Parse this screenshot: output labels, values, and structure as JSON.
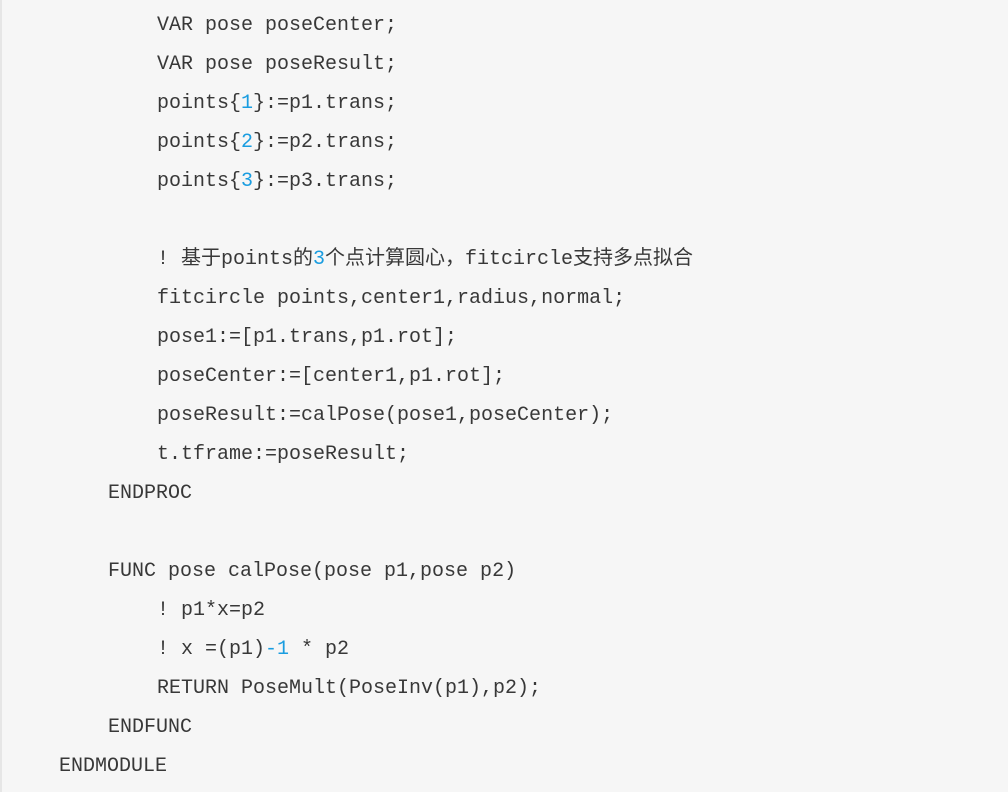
{
  "colors": {
    "background": "#f6f6f6",
    "text": "#383838",
    "number": "#1a9de0"
  },
  "lines": [
    {
      "indent": 3,
      "segs": [
        {
          "t": "VAR pose poseCenter;"
        }
      ]
    },
    {
      "indent": 3,
      "segs": [
        {
          "t": "VAR pose poseResult;"
        }
      ]
    },
    {
      "indent": 3,
      "segs": [
        {
          "t": "points{"
        },
        {
          "t": "1",
          "num": true
        },
        {
          "t": "}:=p1.trans;"
        }
      ]
    },
    {
      "indent": 3,
      "segs": [
        {
          "t": "points{"
        },
        {
          "t": "2",
          "num": true
        },
        {
          "t": "}:=p2.trans;"
        }
      ]
    },
    {
      "indent": 3,
      "segs": [
        {
          "t": "points{"
        },
        {
          "t": "3",
          "num": true
        },
        {
          "t": "}:=p3.trans;"
        }
      ]
    },
    {
      "indent": 3,
      "segs": []
    },
    {
      "indent": 3,
      "segs": [
        {
          "t": "! 基于points的"
        },
        {
          "t": "3",
          "num": true
        },
        {
          "t": "个点计算圆心，fitcircle支持多点拟合"
        }
      ]
    },
    {
      "indent": 3,
      "segs": [
        {
          "t": "fitcircle points,center1,radius,normal;"
        }
      ]
    },
    {
      "indent": 3,
      "segs": [
        {
          "t": "pose1:=[p1.trans,p1.rot];"
        }
      ]
    },
    {
      "indent": 3,
      "segs": [
        {
          "t": "poseCenter:=[center1,p1.rot];"
        }
      ]
    },
    {
      "indent": 3,
      "segs": [
        {
          "t": "poseResult:=calPose(pose1,poseCenter);"
        }
      ]
    },
    {
      "indent": 3,
      "segs": [
        {
          "t": "t.tframe:=poseResult;"
        }
      ]
    },
    {
      "indent": 2,
      "segs": [
        {
          "t": "ENDPROC"
        }
      ]
    },
    {
      "indent": 2,
      "segs": []
    },
    {
      "indent": 2,
      "segs": [
        {
          "t": "FUNC pose calPose(pose p1,pose p2)"
        }
      ]
    },
    {
      "indent": 3,
      "segs": [
        {
          "t": "! p1*x=p2"
        }
      ]
    },
    {
      "indent": 3,
      "segs": [
        {
          "t": "! x =(p1)"
        },
        {
          "t": "-1",
          "num": true
        },
        {
          "t": " * p2"
        }
      ]
    },
    {
      "indent": 3,
      "segs": [
        {
          "t": "RETURN PoseMult(PoseInv(p1),p2);"
        }
      ]
    },
    {
      "indent": 2,
      "segs": [
        {
          "t": "ENDFUNC"
        }
      ]
    },
    {
      "indent": 1,
      "segs": [
        {
          "t": "ENDMODULE"
        }
      ]
    }
  ]
}
